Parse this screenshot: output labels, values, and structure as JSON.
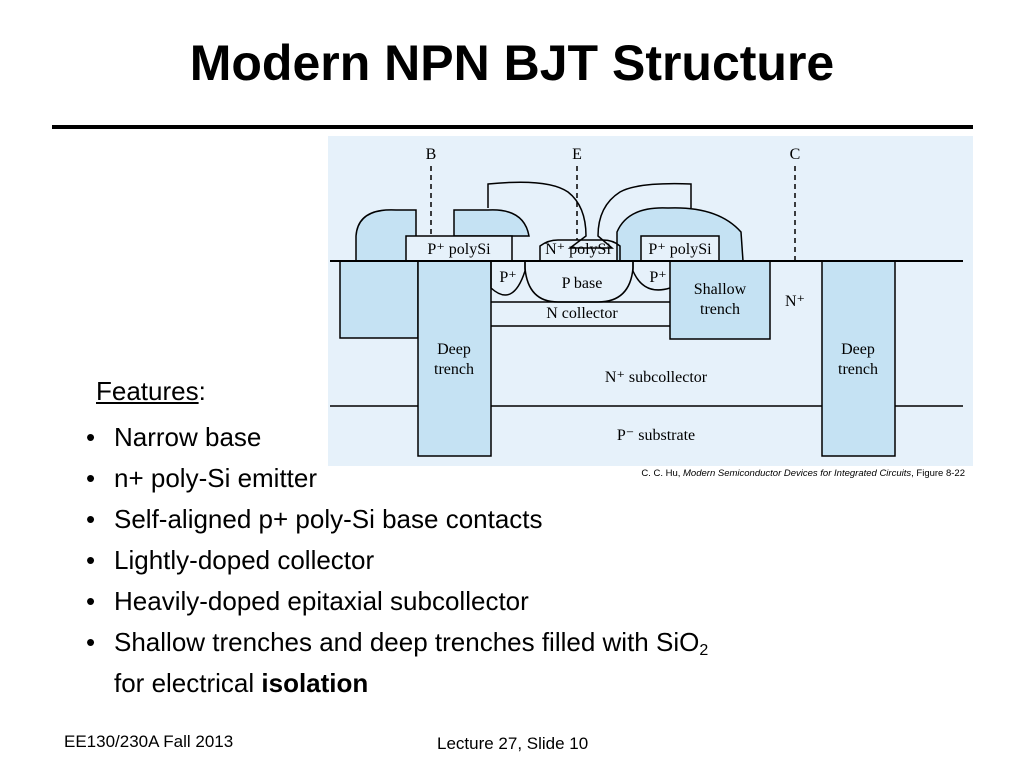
{
  "slide": {
    "title": "Modern NPN BJT Structure",
    "features_heading": "Features",
    "features_colon": ":",
    "bullets": [
      "Narrow base",
      "n+ poly-Si emitter",
      "Self-aligned p+ poly-Si base contacts",
      "Lightly-doped collector",
      "Heavily-doped epitaxial subcollector"
    ],
    "last_bullet": {
      "line1": "Shallow trenches and deep trenches filled with SiO",
      "sub": "2",
      "line2_prefix": "for electrical ",
      "line2_bold": "isolation"
    },
    "footer_left": "EE130/230A Fall 2013",
    "footer_center": "Lecture 27, Slide 10",
    "caption": {
      "author": "C. C. Hu, ",
      "book": "Modern Semiconductor Devices for Integrated Circuits",
      "figure": ", Figure 8-22"
    }
  },
  "diagram": {
    "terminals": {
      "base": "B",
      "emitter": "E",
      "collector": "C"
    },
    "regions": {
      "p_poly_left": "P⁺ polySi",
      "n_poly": "N⁺ polySi",
      "p_poly_right": "P⁺ polySi",
      "p_plus_left": "P⁺",
      "p_plus_right": "P⁺",
      "p_base": "P base",
      "n_collector": "N collector",
      "shallow_trench_line1": "Shallow",
      "shallow_trench_line2": "trench",
      "n_plus": "N⁺",
      "deep_trench_line1": "Deep",
      "deep_trench_line2": "trench",
      "n_subcollector": "N⁺ subcollector",
      "p_substrate": "P⁻ substrate"
    },
    "colors": {
      "background": "#e6f1fa",
      "fill": "#c5e2f3",
      "stroke": "#000000"
    }
  }
}
